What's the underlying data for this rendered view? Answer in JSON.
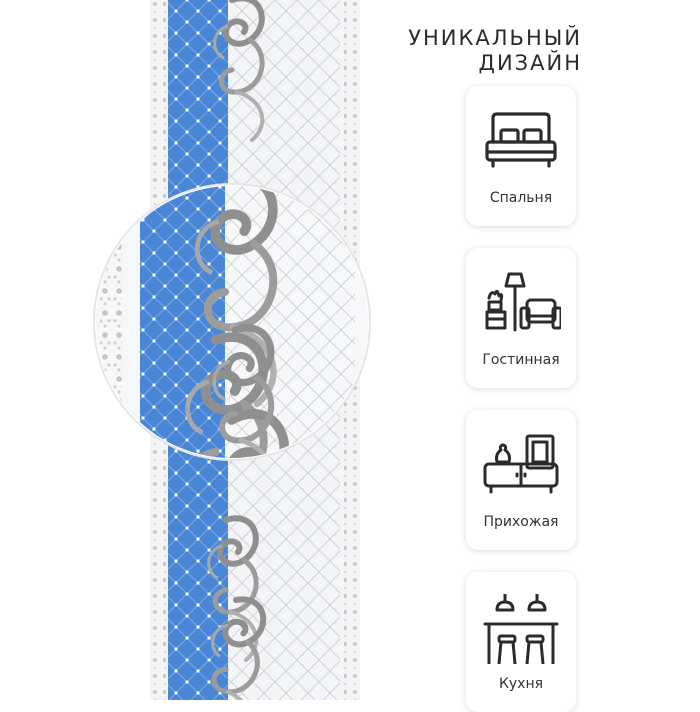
{
  "headline": {
    "line1": "УНИКАЛЬНЫЙ",
    "line2": "ДИЗАЙН"
  },
  "rooms": [
    {
      "label": "Спальня",
      "icon": "bed-icon"
    },
    {
      "label": "Гостинная",
      "icon": "living-room-icon"
    },
    {
      "label": "Прихожая",
      "icon": "hallway-icon"
    },
    {
      "label": "Кухня",
      "icon": "kitchen-icon"
    }
  ],
  "colors": {
    "stripe_blue": "#4a86d6",
    "ornament_silver": "#8a8a8a",
    "icon_stroke": "#2b2b2b",
    "text": "#2b2b2b"
  }
}
